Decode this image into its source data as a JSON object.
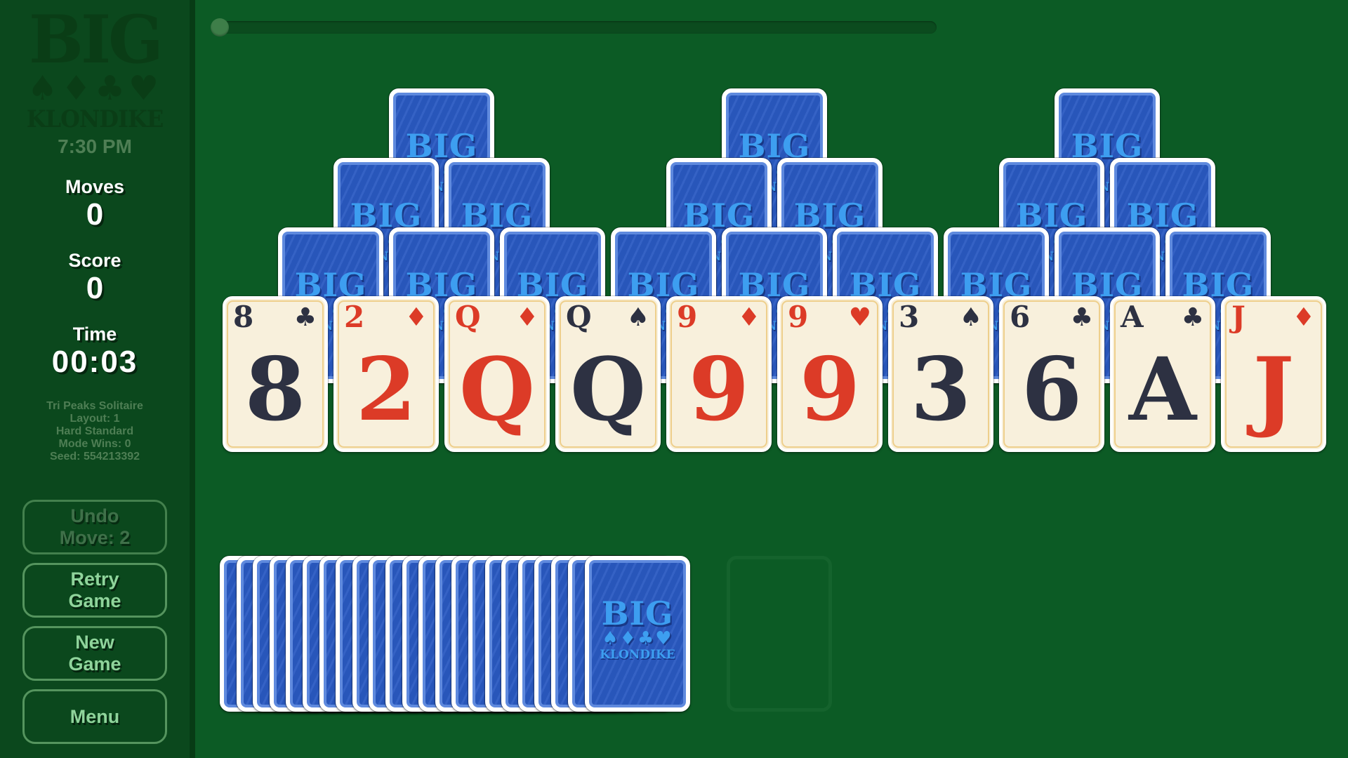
{
  "app": {
    "logo": {
      "line1": "BIG",
      "suits": "♠♦♣♥",
      "line2": "KLONDIKE"
    },
    "clock": "7:30 PM"
  },
  "stats": {
    "moves_label": "Moves",
    "moves_value": "0",
    "score_label": "Score",
    "score_value": "0",
    "time_label": "Time",
    "time_value": "00:03"
  },
  "game_info": {
    "lines": [
      "Tri Peaks Solitaire",
      "Layout: 1",
      "Hard Standard",
      "Mode Wins: 0",
      "Seed: 554213392"
    ]
  },
  "buttons": {
    "undo": {
      "lines": [
        "Undo",
        "Move: 2"
      ],
      "enabled": false
    },
    "retry": {
      "lines": [
        "Retry",
        "Game"
      ],
      "enabled": true
    },
    "new": {
      "lines": [
        "New",
        "Game"
      ],
      "enabled": true
    },
    "menu": {
      "lines": [
        "Menu"
      ],
      "enabled": true
    }
  },
  "progress": {
    "value": 0,
    "max": 100
  },
  "card_back": {
    "logo_line1": "BIG",
    "logo_suits": "♠♦♣♥",
    "logo_line2": "KLONDIKE"
  },
  "tableau": {
    "facedown_rows": [
      {
        "positions": [
          1.5,
          4.5,
          7.5
        ]
      },
      {
        "positions": [
          1,
          2,
          4,
          5,
          7,
          8
        ]
      },
      {
        "positions": [
          0.5,
          1.5,
          2.5,
          3.5,
          4.5,
          5.5,
          6.5,
          7.5,
          8.5
        ]
      }
    ],
    "faceup_cards": [
      {
        "rank": "8",
        "suit": "clubs",
        "glyph": "♣",
        "color": "black"
      },
      {
        "rank": "2",
        "suit": "diamonds",
        "glyph": "♦",
        "color": "red"
      },
      {
        "rank": "Q",
        "suit": "diamonds",
        "glyph": "♦",
        "color": "red"
      },
      {
        "rank": "Q",
        "suit": "spades",
        "glyph": "♠",
        "color": "black"
      },
      {
        "rank": "9",
        "suit": "diamonds",
        "glyph": "♦",
        "color": "red"
      },
      {
        "rank": "9",
        "suit": "hearts",
        "glyph": "♥",
        "color": "red"
      },
      {
        "rank": "3",
        "suit": "spades",
        "glyph": "♠",
        "color": "black"
      },
      {
        "rank": "6",
        "suit": "clubs",
        "glyph": "♣",
        "color": "black"
      },
      {
        "rank": "A",
        "suit": "clubs",
        "glyph": "♣",
        "color": "black"
      },
      {
        "rank": "J",
        "suit": "diamonds",
        "glyph": "♦",
        "color": "red"
      }
    ]
  },
  "stock": {
    "count": 23
  },
  "waste": {
    "count": 0
  },
  "colors": {
    "felt": "#0c5b25",
    "sidebar": "#0b481d",
    "sidebar-edge": "#073c15",
    "logo-green": "#0a3d16",
    "muted-green": "#4e7e54",
    "button-border": "#55945e",
    "button-text": "#8fd49b",
    "button-disabled-text": "#3f7049",
    "card-back-blue": "#2a5ac2",
    "card-back-frame": "#5f8ade",
    "card-back-logo": "#3d9ef0",
    "card-cream": "#f8f0dc",
    "card-gold": "#ecc97e",
    "card-red": "#dc3b27",
    "card-black": "#2d3142",
    "progress-track": "#0b4b1e",
    "progress-knob": "#3e7e49",
    "waste-border": "#15632d"
  }
}
